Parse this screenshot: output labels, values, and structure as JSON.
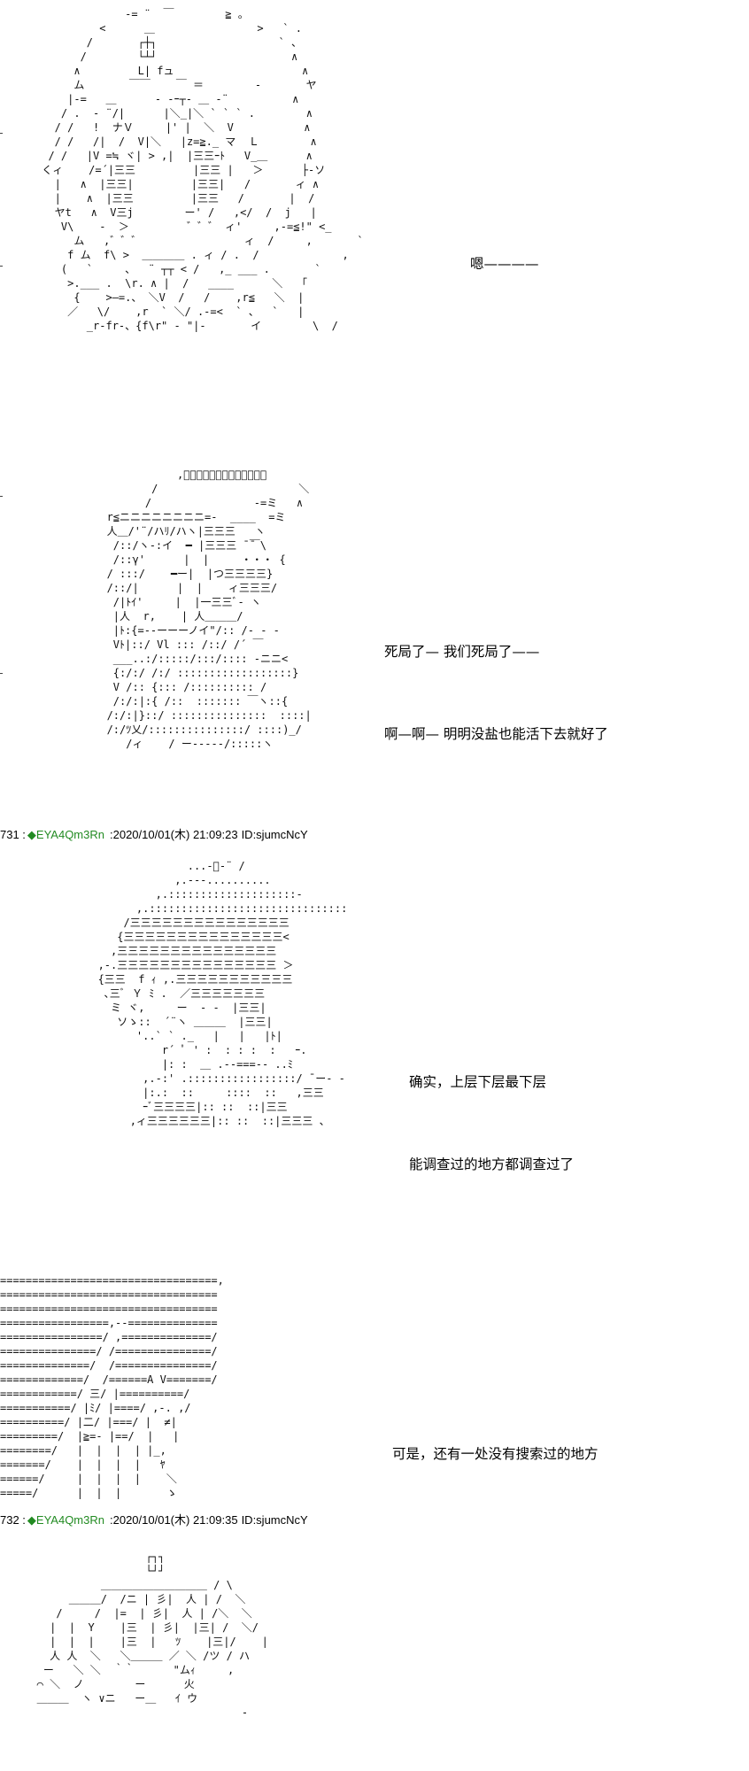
{
  "panels": [
    {
      "art": [
        "              -= ¨  ￣        ≧ 。",
        "          <      ＿                >   ` .",
        "        /       ┌┼┐                   ` 、",
        "       /        └┴┘                     ∧",
        "      ∧         L| fュ                    ∧",
        "      ム       ￣￣    ￣ ＝        -       ヤ",
        "     |-=   ＿      - -ｰ┬- ＿ -¨          ∧",
        "    / .  - ¨/|      |＼_|＼ ` ` ` .        ∧",
        "   / /   !  ナＶ     |' |  ＼  V           ∧",
        "   / /   /|  /  V|＼   |z=≧._ マ  Ｌ        ∧",
        "  / /   |V =≒ ヾ| > ,|  |三三ｰﾄ   V_＿      ∧",
        " くィ    /=´|三三         |三三 |   ＞      ├-ソ",
        "   |   ∧  |三三|         |三三|   /       ィ ∧",
        "   |    ∧  |三三         |三三   /       |  /",
        "   ヤt   ∧  V三j        ー' /   ,</  /  j   |",
        "    V\\    -  ＞         ゛゛゛ ィ'     ,-=≦!\" <_",
        "      ム   ,゛゛゛                ィ  /     ,       `",
        "     f ム  f\\ >  ＿＿＿＿ . ィ / .  /             ,",
        "    (   `     、  ¨ ┬┬ < /   ,_ ___ .       `",
        "     >.___ .  \\r. ∧ |  /   ____      ＼   ｢",
        "      {    >—=.、 ＼V  /   /    ,r≦   ＼  |",
        "     ／   \\/    ,r  ` ＼/ .-=<  ` 、  `   |",
        "        _r-fr-、{f\\r\" - \"|-       イ        \\  /"
      ],
      "lines": [
        "嗯————"
      ]
    },
    {
      "art": [
        "                  ,ﾞﾞﾞﾞﾞ￣￣ﾞﾞﾞﾞﾞ、",
        "              /                      ＼",
        "             /                -=ミ   ∧",
        "       r≦ニニニニニニニニ=-  ____  =ミ",
        "       人＿/'¨/ハﾘ/ハヽ|三三三   ヽ",
        "        /::/ヽ-:イ  ━ |三三三 ̄ ̄￣\\",
        "        /::γ'      |  |     ・・・ {",
        "       / :::/    ━ー|  |つ三三三三}",
        "       /::/|      |  |    ィ三三三/",
        "        /|ﾄｲ'     |  |一三三ﾞ- ヽ",
        "        |人  r,    | 人＿＿＿/",
        "        |ﾄ:{=--ーーーノイ\"/:: /- - -",
        "        Vﾄ|::/ Vl ::: /::/ /´ ￣",
        "        ___..:/:::::/:::/:::: -ニニ<",
        "        {:/:/ /:/ ::::::::::::::::::}",
        "        V /:: {::: /:::::::::: /",
        "        /:/:|:{ /::  ::::::: ￣ヽ::{",
        "       /:/:|}::/ :::::::::::::::  ::::|",
        "       /:/ﾂ乂/:::::::::::::::/ ::::)_/",
        "          /ィ    / ー‐‐‐‐‐/:::::ヽ"
      ],
      "lines": [
        "死局了— 我们死局了——",
        "啊—啊— 明明没盐也能活下去就好了"
      ]
    },
    {
      "art": [
        "                     ...-ﾞ-¨ /",
        "                   ,.---..........",
        "                ,.::::::::::::::::::::-",
        "             ,.::::::::::::::::::::::::::::::::＞",
        "           /三三三三三三三三三三三三三三三",
        "          {三三三三三三三三三三三三三三三<",
        "         ,三三三三三三三三三三三三三三三",
        "       ,-.三三三三三三三三三三三三三三三 ＞",
        "       {三三  f ｨ ,.三三三三三三三三三三三",
        "        ､三ﾞ Ｙ ﾐ .  ／三三三三三三三",
        "         ミ ヾ,     ー  ‐ ‐  |三三|",
        "          ソゝ::  ´¨ヽ ＿＿＿  |三三|",
        "             '..` ` ._   |   |   |ﾄ|",
        "                 r´ ﾟ ' :  : : :  :   ｰ.",
        "                 |: :  ＿ .--===-- ..ﾐ",
        "              ,.-:' .:::::::::::::::::/ ̄ ー- -|",
        "              |:.:  ::     ::::  ::   ,三三",
        "              ｰﾞ三三三三|:: ::  ::|三三",
        "            ,ィ三三三三三三|:: ::  ::|三三三 、"
      ],
      "lines": [
        "确实，上层下层最下层",
        "能调查过的地方都调查过了"
      ]
    },
    {
      "art": [
        "==================================,",
        "==================================",
        "==================================",
        "=================,--==============",
        "================/ ,==============/",
        "===============/ /===============/",
        "==============/  /===============/",
        "=============/  /======A V=======/",
        "============/ 三/ |==========/",
        "===========/ |ﾐ/ |====/ ,-. ,/",
        "==========/ |二/ |===/ |  ≠|",
        "=========/  |≧=- |==/  |   |",
        "========/   |  |  |  | |_,",
        "=======/    |  |  |  |   ﾔ",
        "======/     |  |  |  |    ＼",
        "=====/      |  |  |       ゝ"
      ],
      "lines": [
        "可是，还有一处没有搜索过的地方"
      ]
    },
    {
      "art": [
        "                    ┌┐┐",
        "                    └┘┘",
        "             ＿＿＿＿＿＿＿＿＿＿ / \\",
        "        ＿＿＿/  /ニ | 彡|  人 | /  ＼",
        "      /     /  |=  | 彡|  人 | /＼  ＼",
        "     |  |  Y    |三  | 彡|  |三| /  ＼/",
        "     |  |  |    |三  |   ﾂ    |三|/    |",
        "     人 人  ＼   ＼＿＿＿ ／ ＼ /ツ / ハ",
        "    ー   ＼ ＼  ｀｀      \"ムｨ     ,",
        "   ⌒ ＼  ノ        ー      火",
        "   ＿＿＿  ヽ ∨ニ   ー＿   ｲ ウ",
        "                                   -"
      ],
      "lines": []
    }
  ],
  "posts": [
    {
      "number": "731 :",
      "trip_symbol": "◆",
      "tripcode": "EYA4Qm3Rn",
      "date": ":2020/10/01(木) 21:09:23",
      "id": "ID:sjumcNcY"
    },
    {
      "number": "732 :",
      "trip_symbol": "◆",
      "tripcode": "EYA4Qm3Rn",
      "date": ":2020/10/01(木) 21:09:35",
      "id": "ID:sjumcNcY"
    }
  ]
}
